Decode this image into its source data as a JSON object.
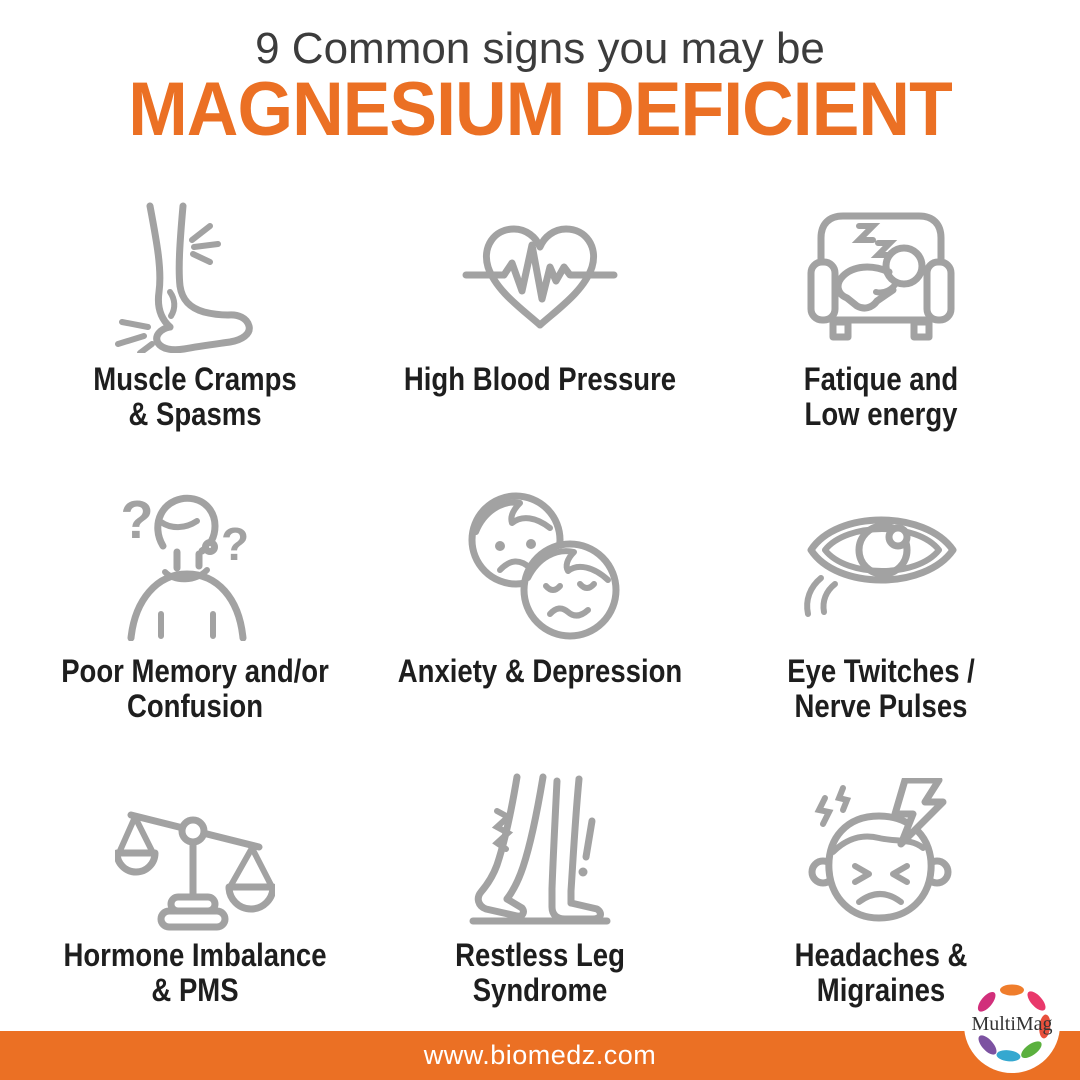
{
  "title": {
    "line1": "9 Common signs you may be",
    "line2": "MAGNESIUM DEFICIENT"
  },
  "colors": {
    "accent_orange": "#EB7024",
    "icon_gray": "#A2A2A2",
    "title_gray": "#3C3C3C",
    "caption_dark": "#1E1E1E"
  },
  "grid": {
    "items": [
      {
        "icon": "foot-cramp-icon",
        "line1": "Muscle Cramps",
        "line2": "& Spasms"
      },
      {
        "icon": "heart-pulse-icon",
        "line1": "High Blood Pressure",
        "line2": ""
      },
      {
        "icon": "couch-sleep-icon",
        "line1": "Fatique and",
        "line2": "Low energy"
      },
      {
        "icon": "confused-person-icon",
        "line1": "Poor Memory and/or",
        "line2": "Confusion"
      },
      {
        "icon": "sad-faces-icon",
        "line1": "Anxiety & Depression",
        "line2": ""
      },
      {
        "icon": "eye-twitch-icon",
        "line1": "Eye Twitches /",
        "line2": "Nerve Pulses"
      },
      {
        "icon": "balance-scale-icon",
        "line1": "Hormone Imbalance",
        "line2": "& PMS"
      },
      {
        "icon": "restless-legs-icon",
        "line1": "Restless Leg",
        "line2": "Syndrome"
      },
      {
        "icon": "headache-icon",
        "line1": "Headaches &",
        "line2": "Migraines"
      }
    ]
  },
  "footer": {
    "website": "www.biomedz.com"
  },
  "logo": {
    "name": "MultiMag",
    "petal_colors": [
      "#EF7D2C",
      "#E9386B",
      "#E8503C",
      "#5BB03E",
      "#35A8D0",
      "#7C52A1",
      "#D12F7B"
    ]
  }
}
